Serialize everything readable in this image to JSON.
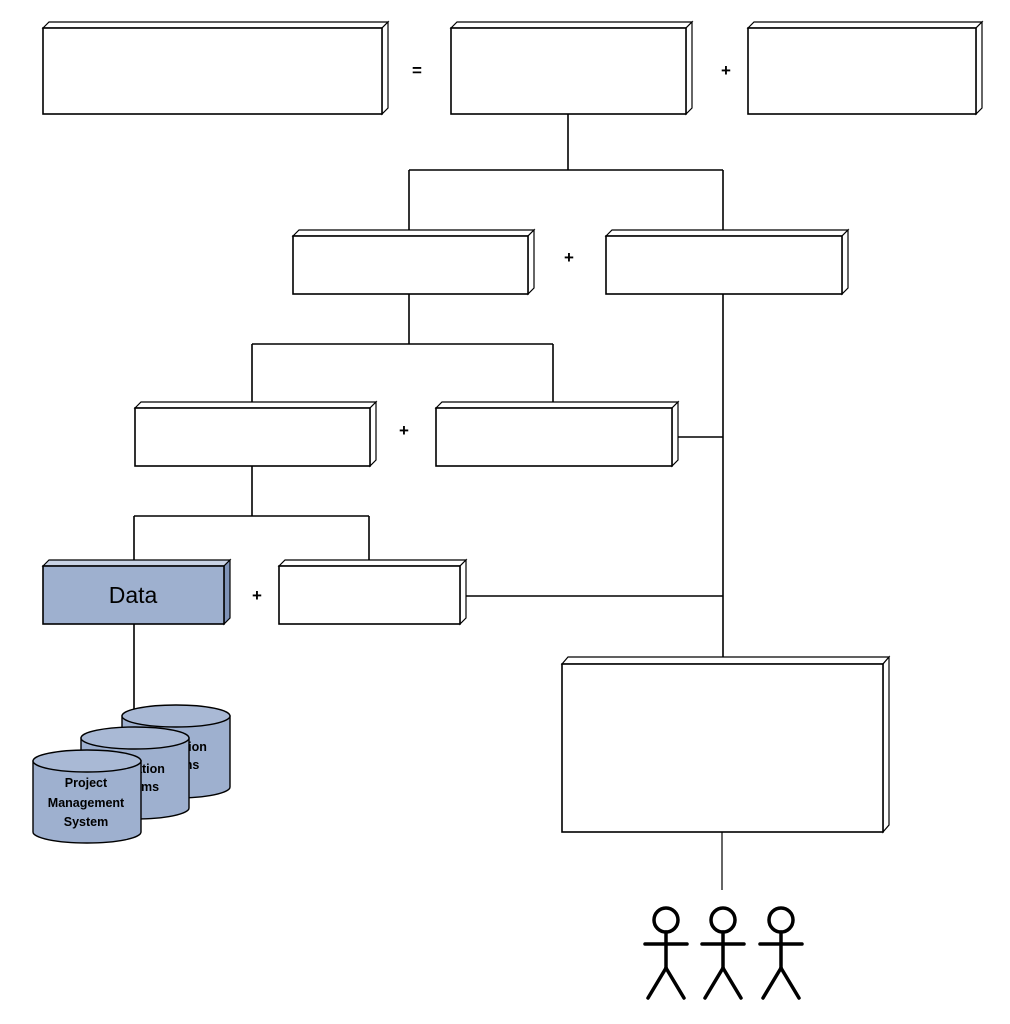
{
  "diagram": {
    "operators": {
      "equals": "=",
      "plus": "+"
    },
    "data_box": {
      "label": "Data",
      "fill_color": "#9eb0cf"
    },
    "databases": {
      "back": {
        "lines": [
          "",
          "ation",
          "ns"
        ]
      },
      "middle": {
        "lines": [
          "ation",
          "ms"
        ]
      },
      "front": {
        "lines": [
          "Project",
          "Management",
          "System"
        ]
      },
      "fill_color": "#9eb0cf"
    },
    "users": {
      "count": 3,
      "icon": "person-icon"
    }
  }
}
